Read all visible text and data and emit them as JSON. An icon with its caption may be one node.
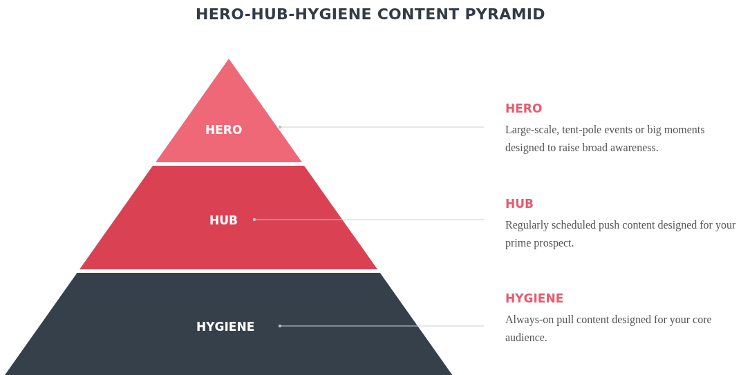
{
  "diagram": {
    "title": "HERO-HUB-HYGIENE CONTENT PYRAMID",
    "nodes": [
      {
        "text": [
          "HERO"
        ]
      },
      {
        "text": [
          "HUB"
        ]
      },
      {
        "text": [
          "HYGIENE"
        ]
      },
      {
        "text": [
          "HERO",
          "Large-scale, tent-pole events or big moments designed to raise broad awareness."
        ]
      },
      {
        "text": [
          "HUB",
          "Regularly scheduled push content designed for your prime prospect."
        ]
      },
      {
        "text": [
          "HYGIENE",
          "Always-on pull content designed for your core audience."
        ]
      }
    ],
    "edges": [
      {
        "from": 0,
        "to": 3,
        "arrow": "other"
      },
      {
        "from": 1,
        "to": 4,
        "arrow": "other"
      },
      {
        "from": 2,
        "to": 5,
        "arrow": "other"
      }
    ]
  }
}
